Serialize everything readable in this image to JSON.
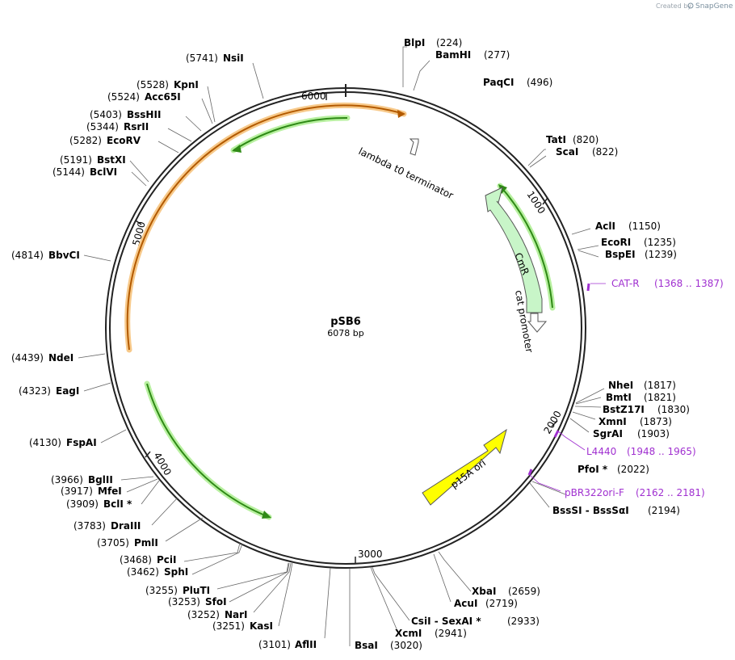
{
  "credit": {
    "prefix": "Created by",
    "brand": "SnapGene"
  },
  "plasmid": {
    "name": "pSB6",
    "length_label": "6078 bp",
    "length": 6078
  },
  "ticks": [
    {
      "value": 1000,
      "label": "1000"
    },
    {
      "value": 2000,
      "label": "2000"
    },
    {
      "value": 3000,
      "label": "3000"
    },
    {
      "value": 4000,
      "label": "4000"
    },
    {
      "value": 5000,
      "label": "5000"
    },
    {
      "value": 6000,
      "label": "6000"
    }
  ],
  "features": [
    {
      "name": "lambda t0 terminator",
      "type": "terminator"
    },
    {
      "name": "CmR",
      "type": "cds"
    },
    {
      "name": "cat promoter",
      "type": "promoter"
    },
    {
      "name": "p15A ori",
      "type": "ori"
    }
  ],
  "enzymes": [
    {
      "name": "BlpI",
      "pos": "(224)"
    },
    {
      "name": "BamHI",
      "pos": "(277)"
    },
    {
      "name": "PaqCI",
      "pos": "(496)"
    },
    {
      "name": "TatI",
      "pos": "(820)"
    },
    {
      "name": "ScaI",
      "pos": "(822)"
    },
    {
      "name": "AclI",
      "pos": "(1150)"
    },
    {
      "name": "EcoRI",
      "pos": "(1235)"
    },
    {
      "name": "BspEI",
      "pos": "(1239)"
    },
    {
      "name": "NheI",
      "pos": "(1817)"
    },
    {
      "name": "BmtI",
      "pos": "(1821)"
    },
    {
      "name": "BstZ17I",
      "pos": "(1830)"
    },
    {
      "name": "XmnI",
      "pos": "(1873)"
    },
    {
      "name": "SgrAI",
      "pos": "(1903)"
    },
    {
      "name": "PfoI *",
      "pos": "(2022)"
    },
    {
      "name": "BssSI  -  BssSαI",
      "pos": "(2194)"
    },
    {
      "name": "XbaI",
      "pos": "(2659)"
    },
    {
      "name": "AcuI",
      "pos": "(2719)"
    },
    {
      "name": "CsiI  -  SexAI *",
      "pos": "(2933)"
    },
    {
      "name": "XcmI",
      "pos": "(2941)"
    },
    {
      "name": "BsaI",
      "pos": "(3020)"
    },
    {
      "name": "AflII",
      "pos": "(3101)"
    },
    {
      "name": "KasI",
      "pos": "(3251)"
    },
    {
      "name": "NarI",
      "pos": "(3252)"
    },
    {
      "name": "SfoI",
      "pos": "(3253)"
    },
    {
      "name": "PluTI",
      "pos": "(3255)"
    },
    {
      "name": "SphI",
      "pos": "(3462)"
    },
    {
      "name": "PciI",
      "pos": "(3468)"
    },
    {
      "name": "PmlI",
      "pos": "(3705)"
    },
    {
      "name": "DraIII",
      "pos": "(3783)"
    },
    {
      "name": "BclI *",
      "pos": "(3909)"
    },
    {
      "name": "MfeI",
      "pos": "(3917)"
    },
    {
      "name": "BglII",
      "pos": "(3966)"
    },
    {
      "name": "FspAI",
      "pos": "(4130)"
    },
    {
      "name": "EagI",
      "pos": "(4323)"
    },
    {
      "name": "NdeI",
      "pos": "(4439)"
    },
    {
      "name": "BbvCI",
      "pos": "(4814)"
    },
    {
      "name": "BclVI",
      "pos": "(5144)"
    },
    {
      "name": "BstXI",
      "pos": "(5191)"
    },
    {
      "name": "EcoRV",
      "pos": "(5282)"
    },
    {
      "name": "RsrII",
      "pos": "(5344)"
    },
    {
      "name": "BssHII",
      "pos": "(5403)"
    },
    {
      "name": "Acc65I",
      "pos": "(5524)"
    },
    {
      "name": "KpnI",
      "pos": "(5528)"
    },
    {
      "name": "NsiI",
      "pos": "(5741)"
    }
  ],
  "primers": [
    {
      "name": "CAT-R",
      "range": "(1368 .. 1387)"
    },
    {
      "name": "L4440",
      "range": "(1948 .. 1965)"
    },
    {
      "name": "pBR322ori-F",
      "range": "(2162 .. 2181)"
    }
  ],
  "colors": {
    "backbone": "#222222",
    "orf_green": "#2f8a16",
    "orf_green_glow": "#b8f0a0",
    "orf_orange": "#b35a00",
    "orf_orange_glow": "#f7c98a",
    "cds_fill": "#c8f5c8",
    "ori_fill": "#ffff00",
    "primer": "#a030d0"
  }
}
